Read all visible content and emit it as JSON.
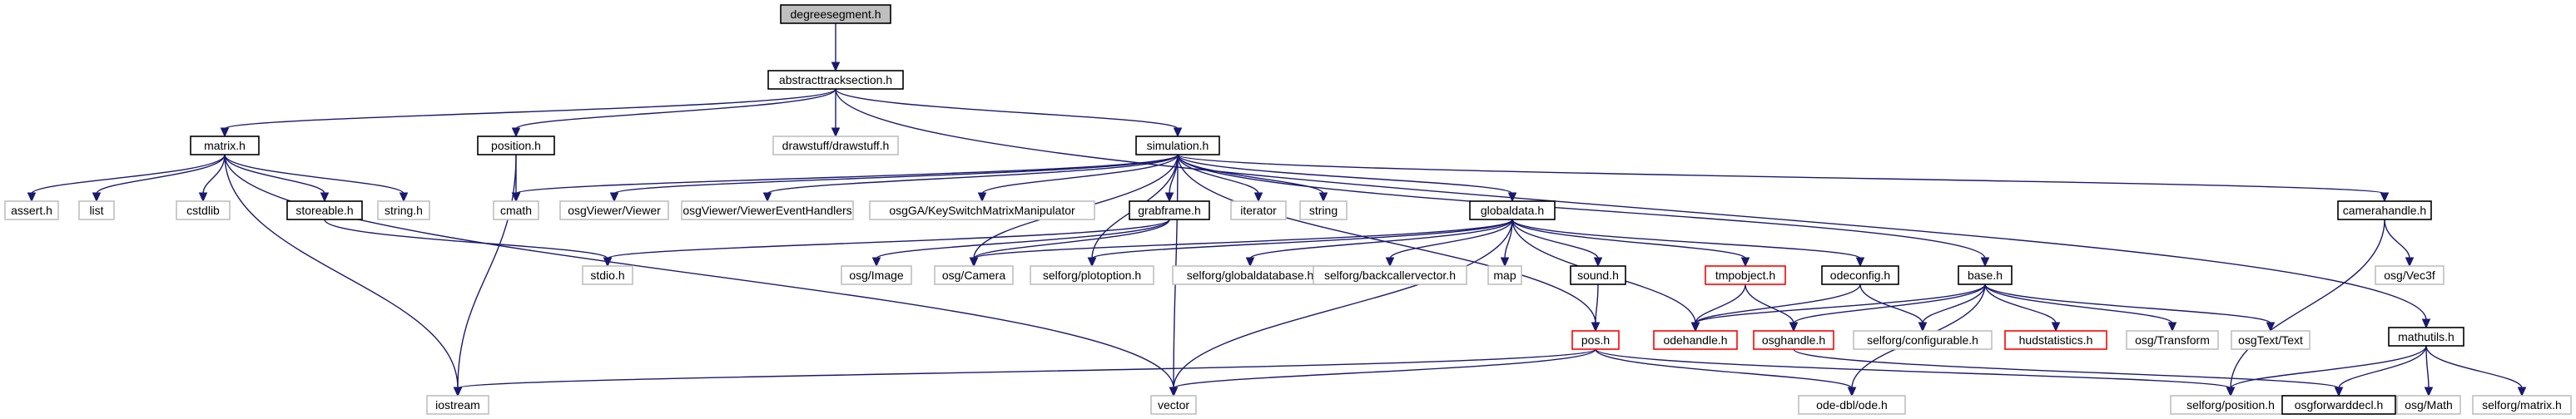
{
  "colors": {
    "edge": "#191970",
    "root_fill": "#bfbfbf",
    "border_documented": "#000000",
    "border_external": "#bfbfbf",
    "border_truncated": "#ff0000"
  },
  "nodes": [
    {
      "id": "degreesegment",
      "label": "degreesegment.h",
      "kind": "root"
    },
    {
      "id": "abstracttracksection",
      "label": "abstracttracksection.h",
      "kind": "documented"
    },
    {
      "id": "matrix",
      "label": "matrix.h",
      "kind": "documented"
    },
    {
      "id": "position",
      "label": "position.h",
      "kind": "documented"
    },
    {
      "id": "drawstuff",
      "label": "drawstuff/drawstuff.h",
      "kind": "external"
    },
    {
      "id": "simulation",
      "label": "simulation.h",
      "kind": "documented"
    },
    {
      "id": "mathutils",
      "label": "mathutils.h",
      "kind": "documented"
    },
    {
      "id": "assert",
      "label": "assert.h",
      "kind": "external"
    },
    {
      "id": "list",
      "label": "list",
      "kind": "external"
    },
    {
      "id": "cstdlib",
      "label": "cstdlib",
      "kind": "external"
    },
    {
      "id": "storeable",
      "label": "storeable.h",
      "kind": "documented"
    },
    {
      "id": "string_h",
      "label": "string.h",
      "kind": "external"
    },
    {
      "id": "cmath",
      "label": "cmath",
      "kind": "external"
    },
    {
      "id": "osgviewer",
      "label": "osgViewer/Viewer",
      "kind": "external"
    },
    {
      "id": "osgviewerevt",
      "label": "osgViewer/ViewerEventHandlers",
      "kind": "external"
    },
    {
      "id": "osgga",
      "label": "osgGA/KeySwitchMatrixManipulator",
      "kind": "external"
    },
    {
      "id": "grabframe",
      "label": "grabframe.h",
      "kind": "documented"
    },
    {
      "id": "iterator",
      "label": "iterator",
      "kind": "external"
    },
    {
      "id": "string",
      "label": "string",
      "kind": "external"
    },
    {
      "id": "globaldata",
      "label": "globaldata.h",
      "kind": "documented"
    },
    {
      "id": "camerahandle",
      "label": "camerahandle.h",
      "kind": "documented"
    },
    {
      "id": "stdio",
      "label": "stdio.h",
      "kind": "external"
    },
    {
      "id": "osgimage",
      "label": "osg/Image",
      "kind": "external"
    },
    {
      "id": "osgcamera",
      "label": "osg/Camera",
      "kind": "external"
    },
    {
      "id": "plotoption",
      "label": "selforg/plotoption.h",
      "kind": "external"
    },
    {
      "id": "globaldatabase",
      "label": "selforg/globaldatabase.h",
      "kind": "external"
    },
    {
      "id": "backcaller",
      "label": "selforg/backcallervector.h",
      "kind": "external"
    },
    {
      "id": "map",
      "label": "map",
      "kind": "external"
    },
    {
      "id": "sound",
      "label": "sound.h",
      "kind": "documented"
    },
    {
      "id": "tmpobject",
      "label": "tmpobject.h",
      "kind": "truncated"
    },
    {
      "id": "odeconfig",
      "label": "odeconfig.h",
      "kind": "documented"
    },
    {
      "id": "base",
      "label": "base.h",
      "kind": "documented"
    },
    {
      "id": "osgvec3f",
      "label": "osg/Vec3f",
      "kind": "external"
    },
    {
      "id": "pos",
      "label": "pos.h",
      "kind": "truncated"
    },
    {
      "id": "odehandle",
      "label": "odehandle.h",
      "kind": "truncated"
    },
    {
      "id": "osghandle",
      "label": "osghandle.h",
      "kind": "truncated"
    },
    {
      "id": "configurable",
      "label": "selforg/configurable.h",
      "kind": "external"
    },
    {
      "id": "hudstatistics",
      "label": "hudstatistics.h",
      "kind": "truncated"
    },
    {
      "id": "osgtransform",
      "label": "osg/Transform",
      "kind": "external"
    },
    {
      "id": "osgtext",
      "label": "osgText/Text",
      "kind": "external"
    },
    {
      "id": "iostream",
      "label": "iostream",
      "kind": "external"
    },
    {
      "id": "vector",
      "label": "vector",
      "kind": "external"
    },
    {
      "id": "odedbl",
      "label": "ode-dbl/ode.h",
      "kind": "external"
    },
    {
      "id": "selfposition",
      "label": "selforg/position.h",
      "kind": "external"
    },
    {
      "id": "osgfwd",
      "label": "osgforwarddecl.h",
      "kind": "documented"
    },
    {
      "id": "osgmath",
      "label": "osg/Math",
      "kind": "external"
    },
    {
      "id": "selfmatrix",
      "label": "selforg/matrix.h",
      "kind": "external"
    }
  ],
  "edges": [
    [
      "degreesegment",
      "abstracttracksection"
    ],
    [
      "abstracttracksection",
      "matrix"
    ],
    [
      "abstracttracksection",
      "position"
    ],
    [
      "abstracttracksection",
      "drawstuff"
    ],
    [
      "abstracttracksection",
      "simulation"
    ],
    [
      "abstracttracksection",
      "mathutils"
    ],
    [
      "matrix",
      "assert"
    ],
    [
      "matrix",
      "list"
    ],
    [
      "matrix",
      "cstdlib"
    ],
    [
      "matrix",
      "storeable"
    ],
    [
      "matrix",
      "string_h"
    ],
    [
      "matrix",
      "iostream"
    ],
    [
      "matrix",
      "vector"
    ],
    [
      "storeable",
      "stdio"
    ],
    [
      "position",
      "cmath"
    ],
    [
      "position",
      "iostream"
    ],
    [
      "simulation",
      "cmath"
    ],
    [
      "simulation",
      "osgviewer"
    ],
    [
      "simulation",
      "osgviewerevt"
    ],
    [
      "simulation",
      "osgga"
    ],
    [
      "simulation",
      "grabframe"
    ],
    [
      "simulation",
      "iterator"
    ],
    [
      "simulation",
      "string"
    ],
    [
      "simulation",
      "globaldata"
    ],
    [
      "simulation",
      "camerahandle"
    ],
    [
      "simulation",
      "base"
    ],
    [
      "simulation",
      "plotoption"
    ],
    [
      "simulation",
      "osgcamera"
    ],
    [
      "simulation",
      "pos"
    ],
    [
      "simulation",
      "vector"
    ],
    [
      "grabframe",
      "stdio"
    ],
    [
      "grabframe",
      "osgimage"
    ],
    [
      "grabframe",
      "osgcamera"
    ],
    [
      "globaldata",
      "osgcamera"
    ],
    [
      "globaldata",
      "plotoption"
    ],
    [
      "globaldata",
      "globaldatabase"
    ],
    [
      "globaldata",
      "backcaller"
    ],
    [
      "globaldata",
      "map"
    ],
    [
      "globaldata",
      "sound"
    ],
    [
      "globaldata",
      "tmpobject"
    ],
    [
      "globaldata",
      "odeconfig"
    ],
    [
      "globaldata",
      "odehandle"
    ],
    [
      "globaldata",
      "vector"
    ],
    [
      "sound",
      "pos"
    ],
    [
      "tmpobject",
      "odehandle"
    ],
    [
      "tmpobject",
      "osghandle"
    ],
    [
      "odeconfig",
      "odehandle"
    ],
    [
      "odeconfig",
      "configurable"
    ],
    [
      "base",
      "odehandle"
    ],
    [
      "base",
      "osghandle"
    ],
    [
      "base",
      "configurable"
    ],
    [
      "base",
      "hudstatistics"
    ],
    [
      "base",
      "osgtransform"
    ],
    [
      "base",
      "osgtext"
    ],
    [
      "base",
      "odedbl"
    ],
    [
      "camerahandle",
      "osgvec3f"
    ],
    [
      "camerahandle",
      "selfposition"
    ],
    [
      "pos",
      "iostream"
    ],
    [
      "pos",
      "vector"
    ],
    [
      "pos",
      "odedbl"
    ],
    [
      "pos",
      "selfposition"
    ],
    [
      "osghandle",
      "osgfwd"
    ],
    [
      "mathutils",
      "selfposition"
    ],
    [
      "mathutils",
      "osgfwd"
    ],
    [
      "mathutils",
      "osgmath"
    ],
    [
      "mathutils",
      "selfmatrix"
    ]
  ]
}
